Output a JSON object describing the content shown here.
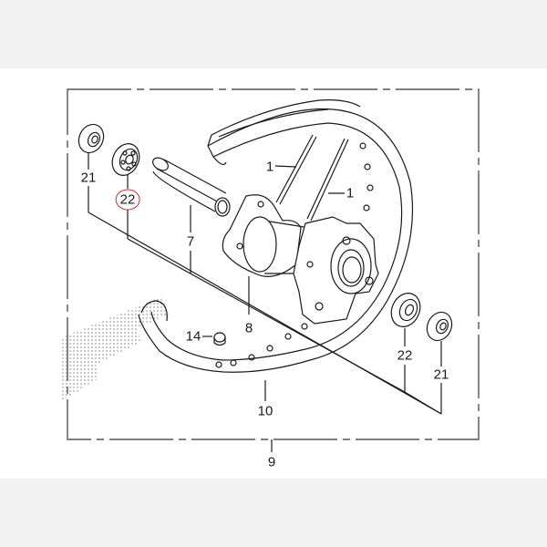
{
  "diagram": {
    "type": "exploded-parts-diagram",
    "subject": "front wheel assembly",
    "highlight_color": "#d42a2a",
    "line_color": "#1a1a1a",
    "background_band_color": "#f2f2f2",
    "highlighted_part": "22",
    "labels": {
      "p21_left": "21",
      "p22_left": "22",
      "p7": "7",
      "p1_a": "1",
      "p1_b": "1",
      "p8": "8",
      "p14": "14",
      "p10": "10",
      "p22_right": "22",
      "p21_right": "21",
      "p9": "9"
    },
    "parts": [
      {
        "ref": "1",
        "name": "spoke"
      },
      {
        "ref": "7",
        "name": "axle collar / distance tube"
      },
      {
        "ref": "8",
        "name": "wheel hub"
      },
      {
        "ref": "9",
        "name": "wheel assembly"
      },
      {
        "ref": "10",
        "name": "rim"
      },
      {
        "ref": "14",
        "name": "rim band plug"
      },
      {
        "ref": "21",
        "name": "dust seal"
      },
      {
        "ref": "22",
        "name": "radial ball bearing"
      }
    ]
  }
}
